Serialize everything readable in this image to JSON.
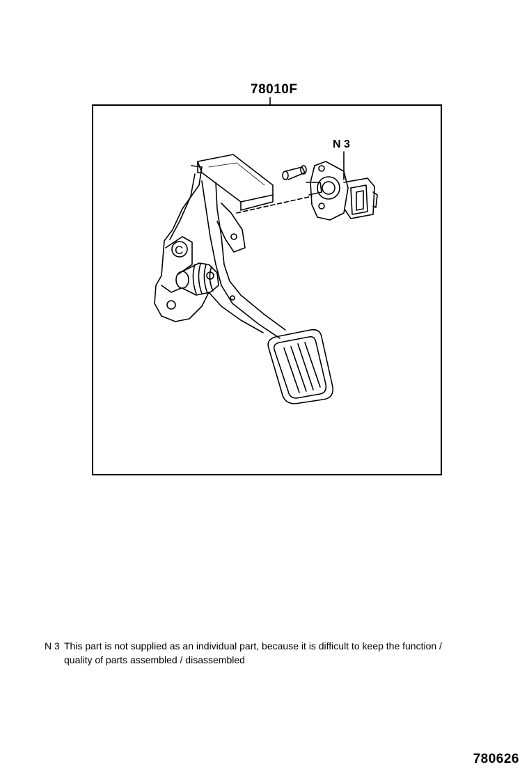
{
  "assembly": {
    "part_number": "78010F"
  },
  "callouts": [
    {
      "code": "N 3"
    }
  ],
  "notes": [
    {
      "code": "N 3",
      "text_line1": "This part is not supplied as an individual part, because it is difficult to keep the function /",
      "text_line2": "quality of parts assembled / disassembled"
    }
  ],
  "footer": {
    "diagram_id": "780626"
  },
  "colors": {
    "ink": "#000000",
    "background": "#ffffff"
  }
}
